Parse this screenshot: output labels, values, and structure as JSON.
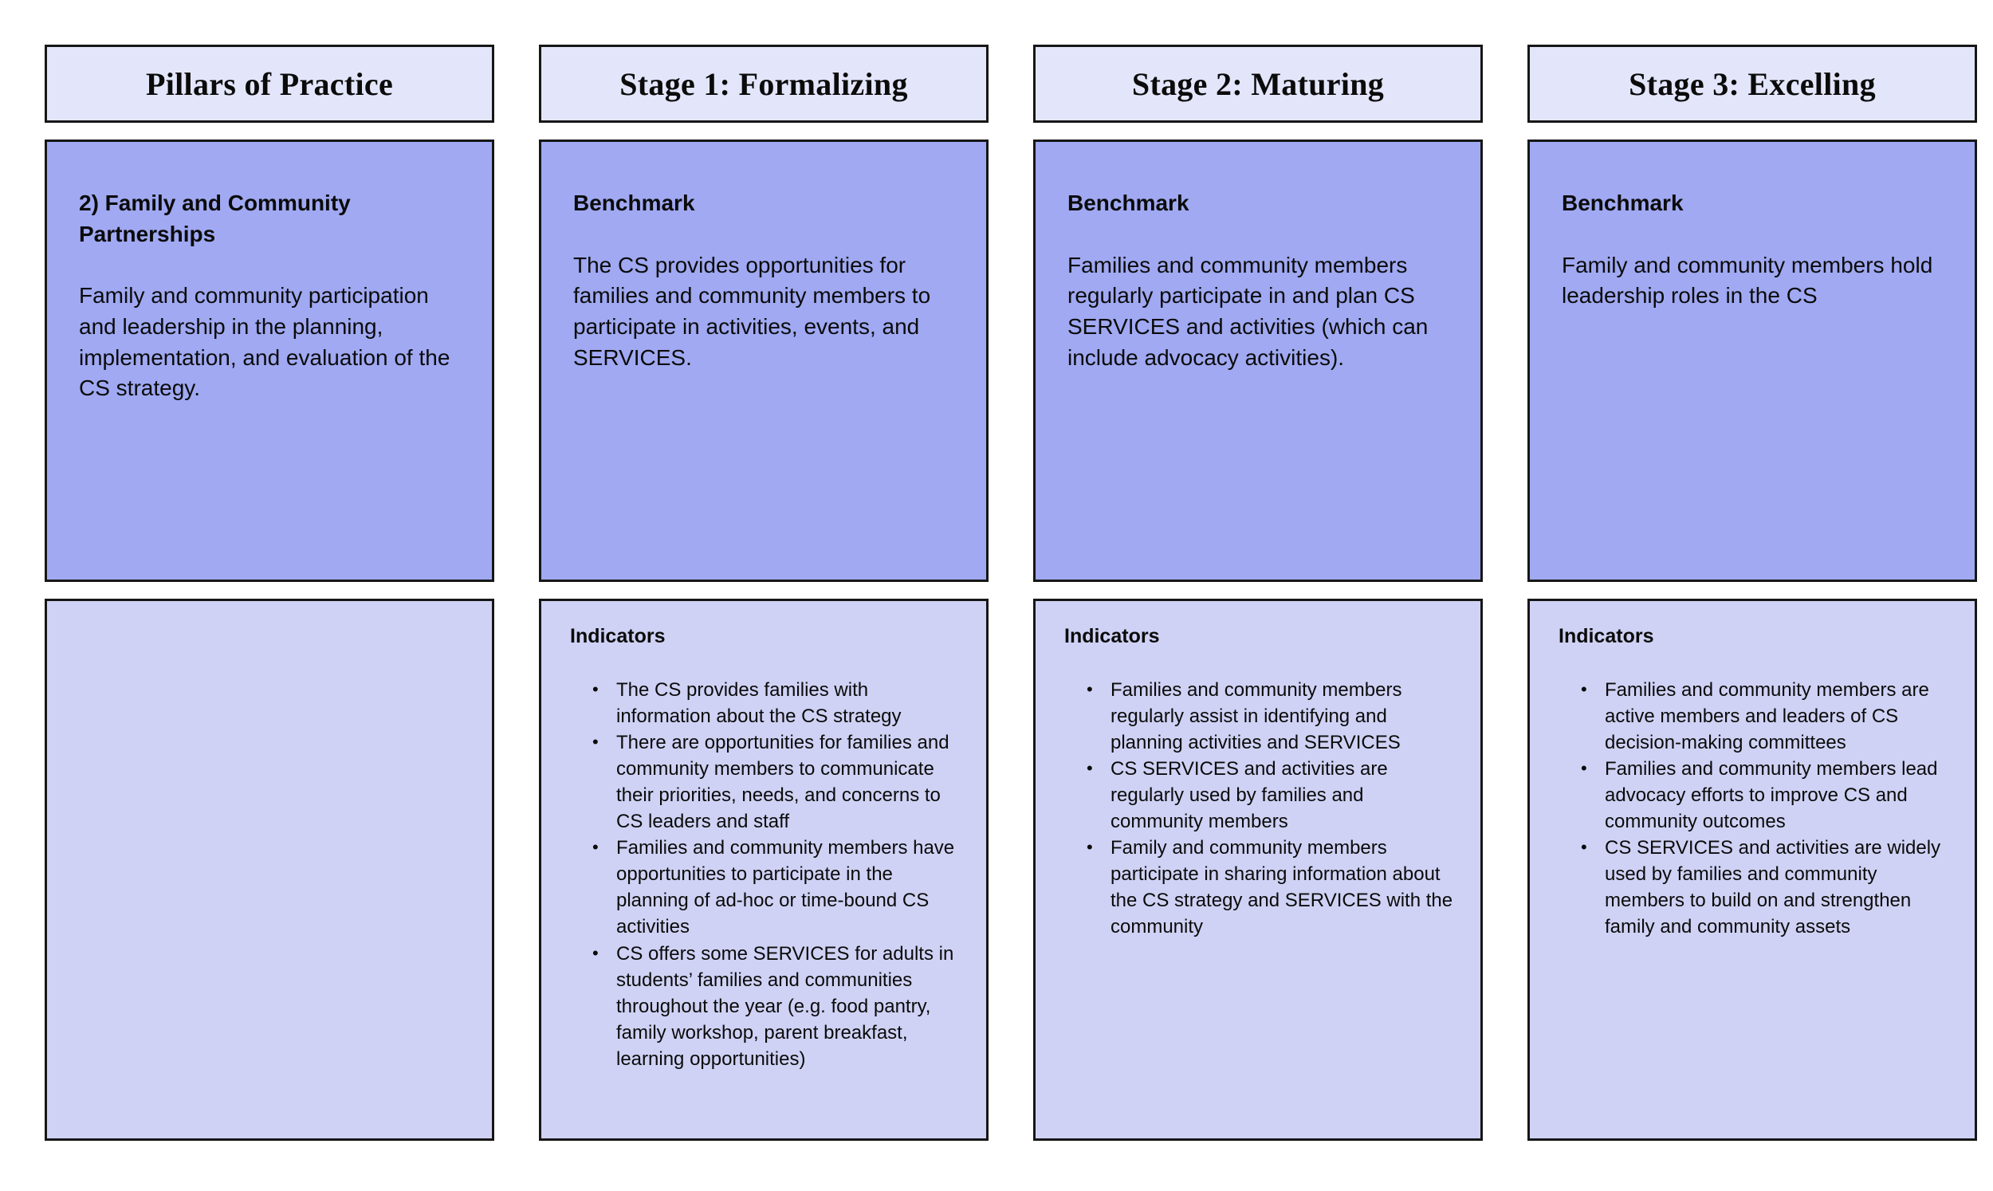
{
  "colors": {
    "page_bg": "#ffffff",
    "header_bg": "#e3e6fa",
    "benchmark_bg": "#a0a9f2",
    "indicators_bg": "#cfd2f4",
    "border": "#161616",
    "text": "#0b0b0b"
  },
  "columns": [
    {
      "header": "Pillars of Practice",
      "pillar": {
        "title": "2) Family and Community Partnerships",
        "description": "Family and community participation and leadership in the planning, implementation, and evaluation of the CS strategy."
      },
      "indicators": {
        "heading": "",
        "items": []
      }
    },
    {
      "header": "Stage 1: Formalizing",
      "benchmark": {
        "heading": "Benchmark",
        "text": "The CS provides opportunities for families and community members to participate in activities, events, and SERVICES."
      },
      "indicators": {
        "heading": "Indicators",
        "items": [
          "The CS provides families with information about the CS strategy",
          "There are opportunities for families and community members to communicate their priorities, needs, and concerns to CS leaders and staff",
          "Families and community members have opportunities to participate in the planning of ad-hoc or time-bound CS activities",
          "CS offers some SERVICES for adults in students’ families and communities throughout the year (e.g. food pantry, family workshop, parent breakfast, learning opportunities)"
        ]
      }
    },
    {
      "header": "Stage 2: Maturing",
      "benchmark": {
        "heading": "Benchmark",
        "text": "Families and community members regularly participate in and plan CS SERVICES and activities (which can include advocacy activities)."
      },
      "indicators": {
        "heading": "Indicators",
        "items": [
          "Families and community members regularly assist in identifying and planning activities and SERVICES",
          "CS SERVICES and activities are regularly used by families and community members",
          "Family and community members participate in sharing information about the CS strategy and SERVICES with the community"
        ]
      }
    },
    {
      "header": "Stage 3: Excelling",
      "benchmark": {
        "heading": "Benchmark",
        "text": "Family and community members hold leadership roles in the CS"
      },
      "indicators": {
        "heading": "Indicators",
        "items": [
          "Families and community members are active members and leaders of CS decision-making committees",
          "Families and community members lead advocacy efforts to improve CS and community outcomes",
          "CS SERVICES and activities are widely used by families and community members to build on and strengthen family and community assets"
        ]
      }
    }
  ]
}
